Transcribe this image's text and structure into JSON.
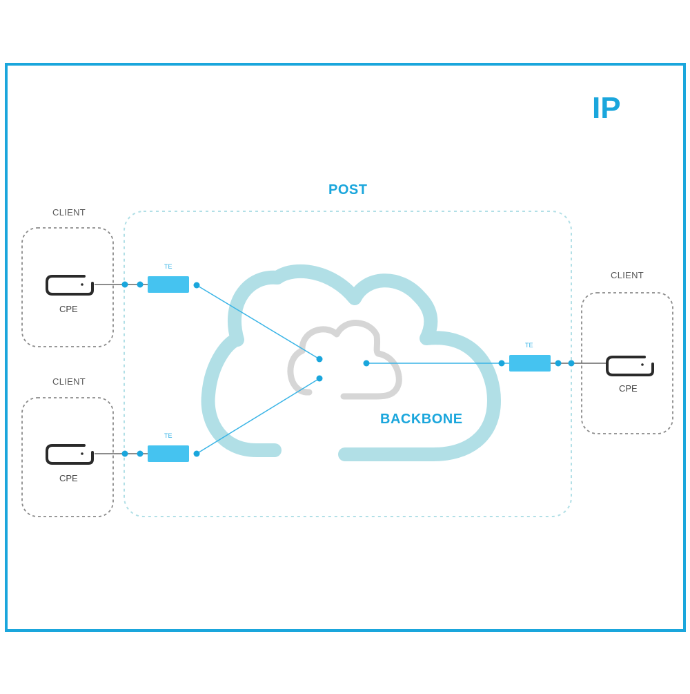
{
  "title": "IP",
  "post_label": "POST",
  "backbone_label": "BACKBONE",
  "clients": [
    {
      "label": "CLIENT",
      "device": "CPE"
    },
    {
      "label": "CLIENT",
      "device": "CPE"
    },
    {
      "label": "CLIENT",
      "device": "CPE"
    }
  ],
  "terminals": [
    {
      "label": "TE"
    },
    {
      "label": "TE"
    },
    {
      "label": "TE"
    }
  ],
  "colors": {
    "frame": "#1aa6dc",
    "accent": "#39b4e6",
    "te_box": "#45c3f0",
    "cloud_outer": "#b1dfe6",
    "cloud_inner": "#d6d6d6",
    "dashed_client": "#8a8a8a",
    "dashed_post": "#b1dfe6",
    "device": "#2a2a2a"
  }
}
